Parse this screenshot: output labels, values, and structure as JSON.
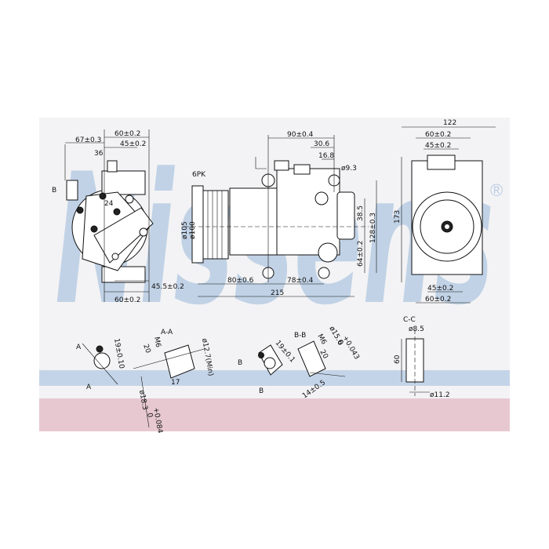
{
  "brand": {
    "watermark": "Nissens",
    "registered_mark": "®"
  },
  "colors": {
    "panel": "#f3f3f5",
    "watermark": "#b9cde4",
    "blue_band": "#c4d4e8",
    "pink_band": "#e7c8d1",
    "line": "#111111"
  },
  "left_view": {
    "dims": [
      "67±0.3",
      "60±0.2",
      "45±0.2",
      "36",
      "60±0.2",
      "45.5±0.2",
      "24",
      "B"
    ]
  },
  "side_view": {
    "dims": [
      "90±0.4",
      "30.6",
      "16.8",
      "ø9.3",
      "6PK",
      "ø105",
      "ø100",
      "38.5",
      "128±0.3",
      "64±0.2",
      "80±0.6",
      "78±0.4",
      "215"
    ]
  },
  "right_view": {
    "dims": [
      "122",
      "60±0.2",
      "45±0.2",
      "173",
      "45±0.2",
      "60±0.2"
    ]
  },
  "details": {
    "a_view": {
      "labels": [
        "A",
        "A",
        "19±0.10"
      ]
    },
    "aa_section": {
      "title": "A-A",
      "labels": [
        "M6",
        "20",
        "ø12.7(Min)",
        "ø18.3",
        "+0.084",
        "0",
        "17"
      ]
    },
    "b_view": {
      "labels": [
        "B",
        "B",
        "19±0.1"
      ]
    },
    "bb_section": {
      "title": "B-B",
      "labels": [
        "M6",
        "ø15.6",
        "+0.043",
        "0",
        "20",
        "14±0.5"
      ]
    },
    "cc_section": {
      "title": "C-C",
      "labels": [
        "ø8.5",
        "60",
        "ø11.2"
      ]
    }
  }
}
